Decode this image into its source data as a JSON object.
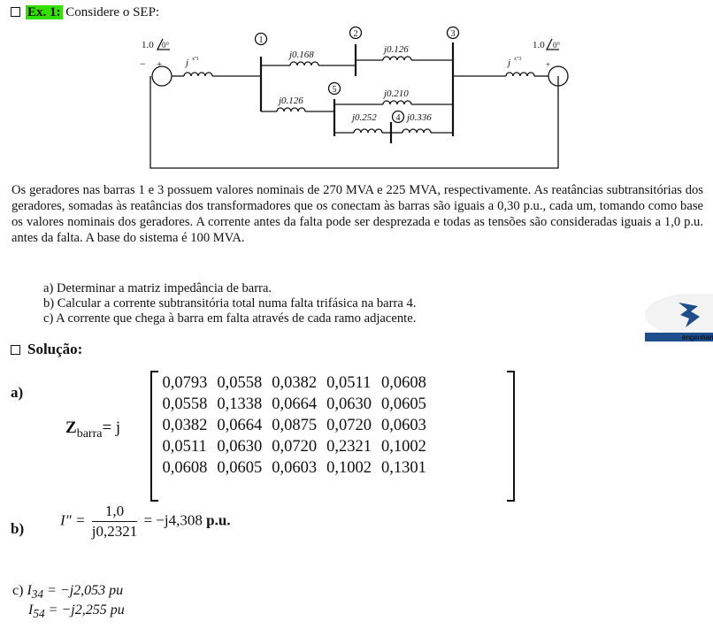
{
  "header": {
    "exercise_label": "Ex. 1:",
    "prompt": "Considere o SEP:"
  },
  "diagram": {
    "gen1_voltage": "1.0",
    "gen1_angle": "0°",
    "gen3_voltage": "1.0",
    "gen3_angle": "0°",
    "gen_reactance_label": "j",
    "gen_reactance_sup": "x''1",
    "gen3_reactance_sup": "x''3",
    "bus_labels": [
      "1",
      "2",
      "3",
      "4",
      "5"
    ],
    "line_12": "j0.168",
    "line_23": "j0.126",
    "line_15": "j0.126",
    "line_35": "j0.210",
    "line_54": "j0.252",
    "line_43": "j0.336",
    "minus_sign": "−",
    "plus_sign": "+"
  },
  "problem": {
    "paragraph": "Os geradores nas barras 1 e 3 possuem valores nominais de 270 MVA e 225 MVA, respectivamente. As reatâncias subtransitórias dos geradores, somadas às reatâncias dos transformadores que os conectam às barras são iguais a 0,30 p.u., cada um, tomando como base os valores nominais dos geradores. A corrente antes da falta pode ser desprezada e todas as tensões são consideradas iguais a 1,0 p.u. antes da falta. A base do sistema é 100 MVA.",
    "items": [
      "a) Determinar a matriz impedância de barra.",
      "b) Calcular a corrente subtransitória total numa falta trifásica na barra 4.",
      "c) A corrente que chega à barra em falta através de cada ramo adjacente."
    ]
  },
  "logo": {
    "text": "engenharia"
  },
  "solution": {
    "heading": "Solução:",
    "part_a_label": "a)",
    "z_symbol": "Z",
    "z_sub": "barra",
    "z_eq": "= j",
    "matrix": [
      [
        "0,0793",
        "0,0558",
        "0,0382",
        "0,0511",
        "0,0608"
      ],
      [
        "0,0558",
        "0,1338",
        "0,0664",
        "0,0630",
        "0,0605"
      ],
      [
        "0,0382",
        "0,0664",
        "0,0875",
        "0,0720",
        "0,0603"
      ],
      [
        "0,0511",
        "0,0630",
        "0,0720",
        "0,2321",
        "0,1002"
      ],
      [
        "0,0608",
        "0,0605",
        "0,0603",
        "0,1002",
        "0,1301"
      ]
    ],
    "part_b_label": "b)",
    "b_lhs": "I″ =",
    "b_num": "1,0",
    "b_den": "j0,2321",
    "b_rhs": "= −j4,308",
    "b_unit": "p.u.",
    "part_c_label": "c)",
    "c1_sym": "I",
    "c1_sup": "\"",
    "c1_sub": "34",
    "c1_val": " = −j2,053 pu",
    "c2_sym": "I",
    "c2_sup": "\"",
    "c2_sub": "54",
    "c2_val": " = −j2,255 pu"
  }
}
